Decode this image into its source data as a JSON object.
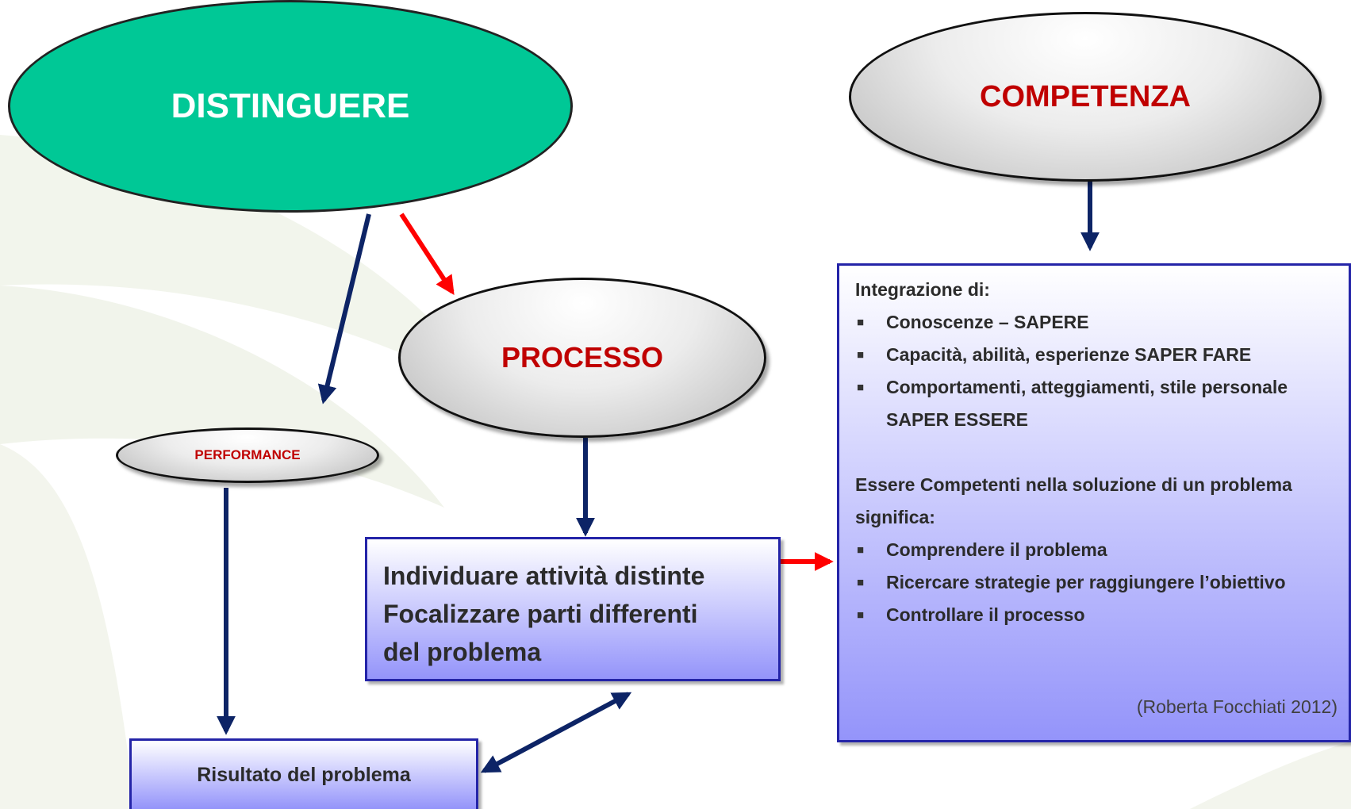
{
  "nodes": {
    "distinguere": "DISTINGUERE",
    "competenza": "COMPETENZA",
    "processo": "PROCESSO",
    "performance": "PERFORMANCE"
  },
  "activities_box": {
    "lines": [
      "Individuare attività distinte",
      "Focalizzare parti differenti",
      "del problema"
    ]
  },
  "result_box": {
    "label": "Risultato del problema"
  },
  "competence_box": {
    "header": "Integrazione di:",
    "items": [
      "Conoscenze – SAPERE",
      "Capacità, abilità, esperienze SAPER FARE",
      "Comportamenti, atteggiamenti, stile personale SAPER ESSERE"
    ],
    "header2": "Essere Competenti nella soluzione di un problema significa:",
    "items2": [
      "Comprendere il problema",
      "Ricercare strategie per raggiungere l’obiettivo",
      "Controllare il processo"
    ],
    "citation": "(Roberta Focchiati 2012)"
  },
  "colors": {
    "green_node": "#00c896",
    "node_text_red": "#c00000",
    "arrow_navy": "#0d2466",
    "arrow_red": "#ff0000",
    "box_border": "#2424a8",
    "box_fill_bottom": "#9494fa"
  }
}
